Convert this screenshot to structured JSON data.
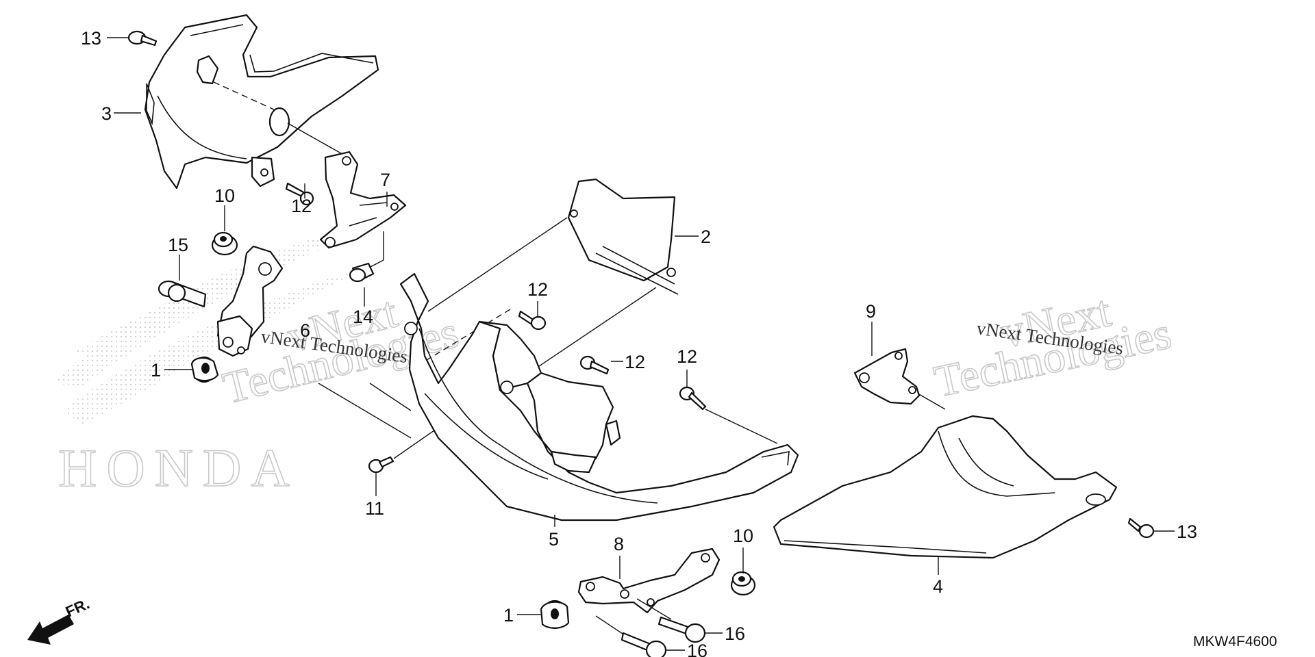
{
  "watermark": {
    "brand": "vNext",
    "company": "Technologies",
    "full": "vNext Technologies",
    "logo": "HONDA"
  },
  "direction": {
    "label": "FR.",
    "icon": "front-arrow-icon"
  },
  "diagram_code": "MKW4F4600",
  "callouts": {
    "c13a": "13",
    "c3": "3",
    "c10a": "10",
    "c12a": "12",
    "c7": "7",
    "c15": "15",
    "c14": "14",
    "c6": "6",
    "c1a": "1",
    "c2": "2",
    "c12b": "12",
    "c12c": "12",
    "c12d": "12",
    "c11": "11",
    "c5": "5",
    "c9": "9",
    "c13b": "13",
    "c4": "4",
    "c10b": "10",
    "c8": "8",
    "c1b": "1",
    "c16a": "16",
    "c16b": "16"
  }
}
